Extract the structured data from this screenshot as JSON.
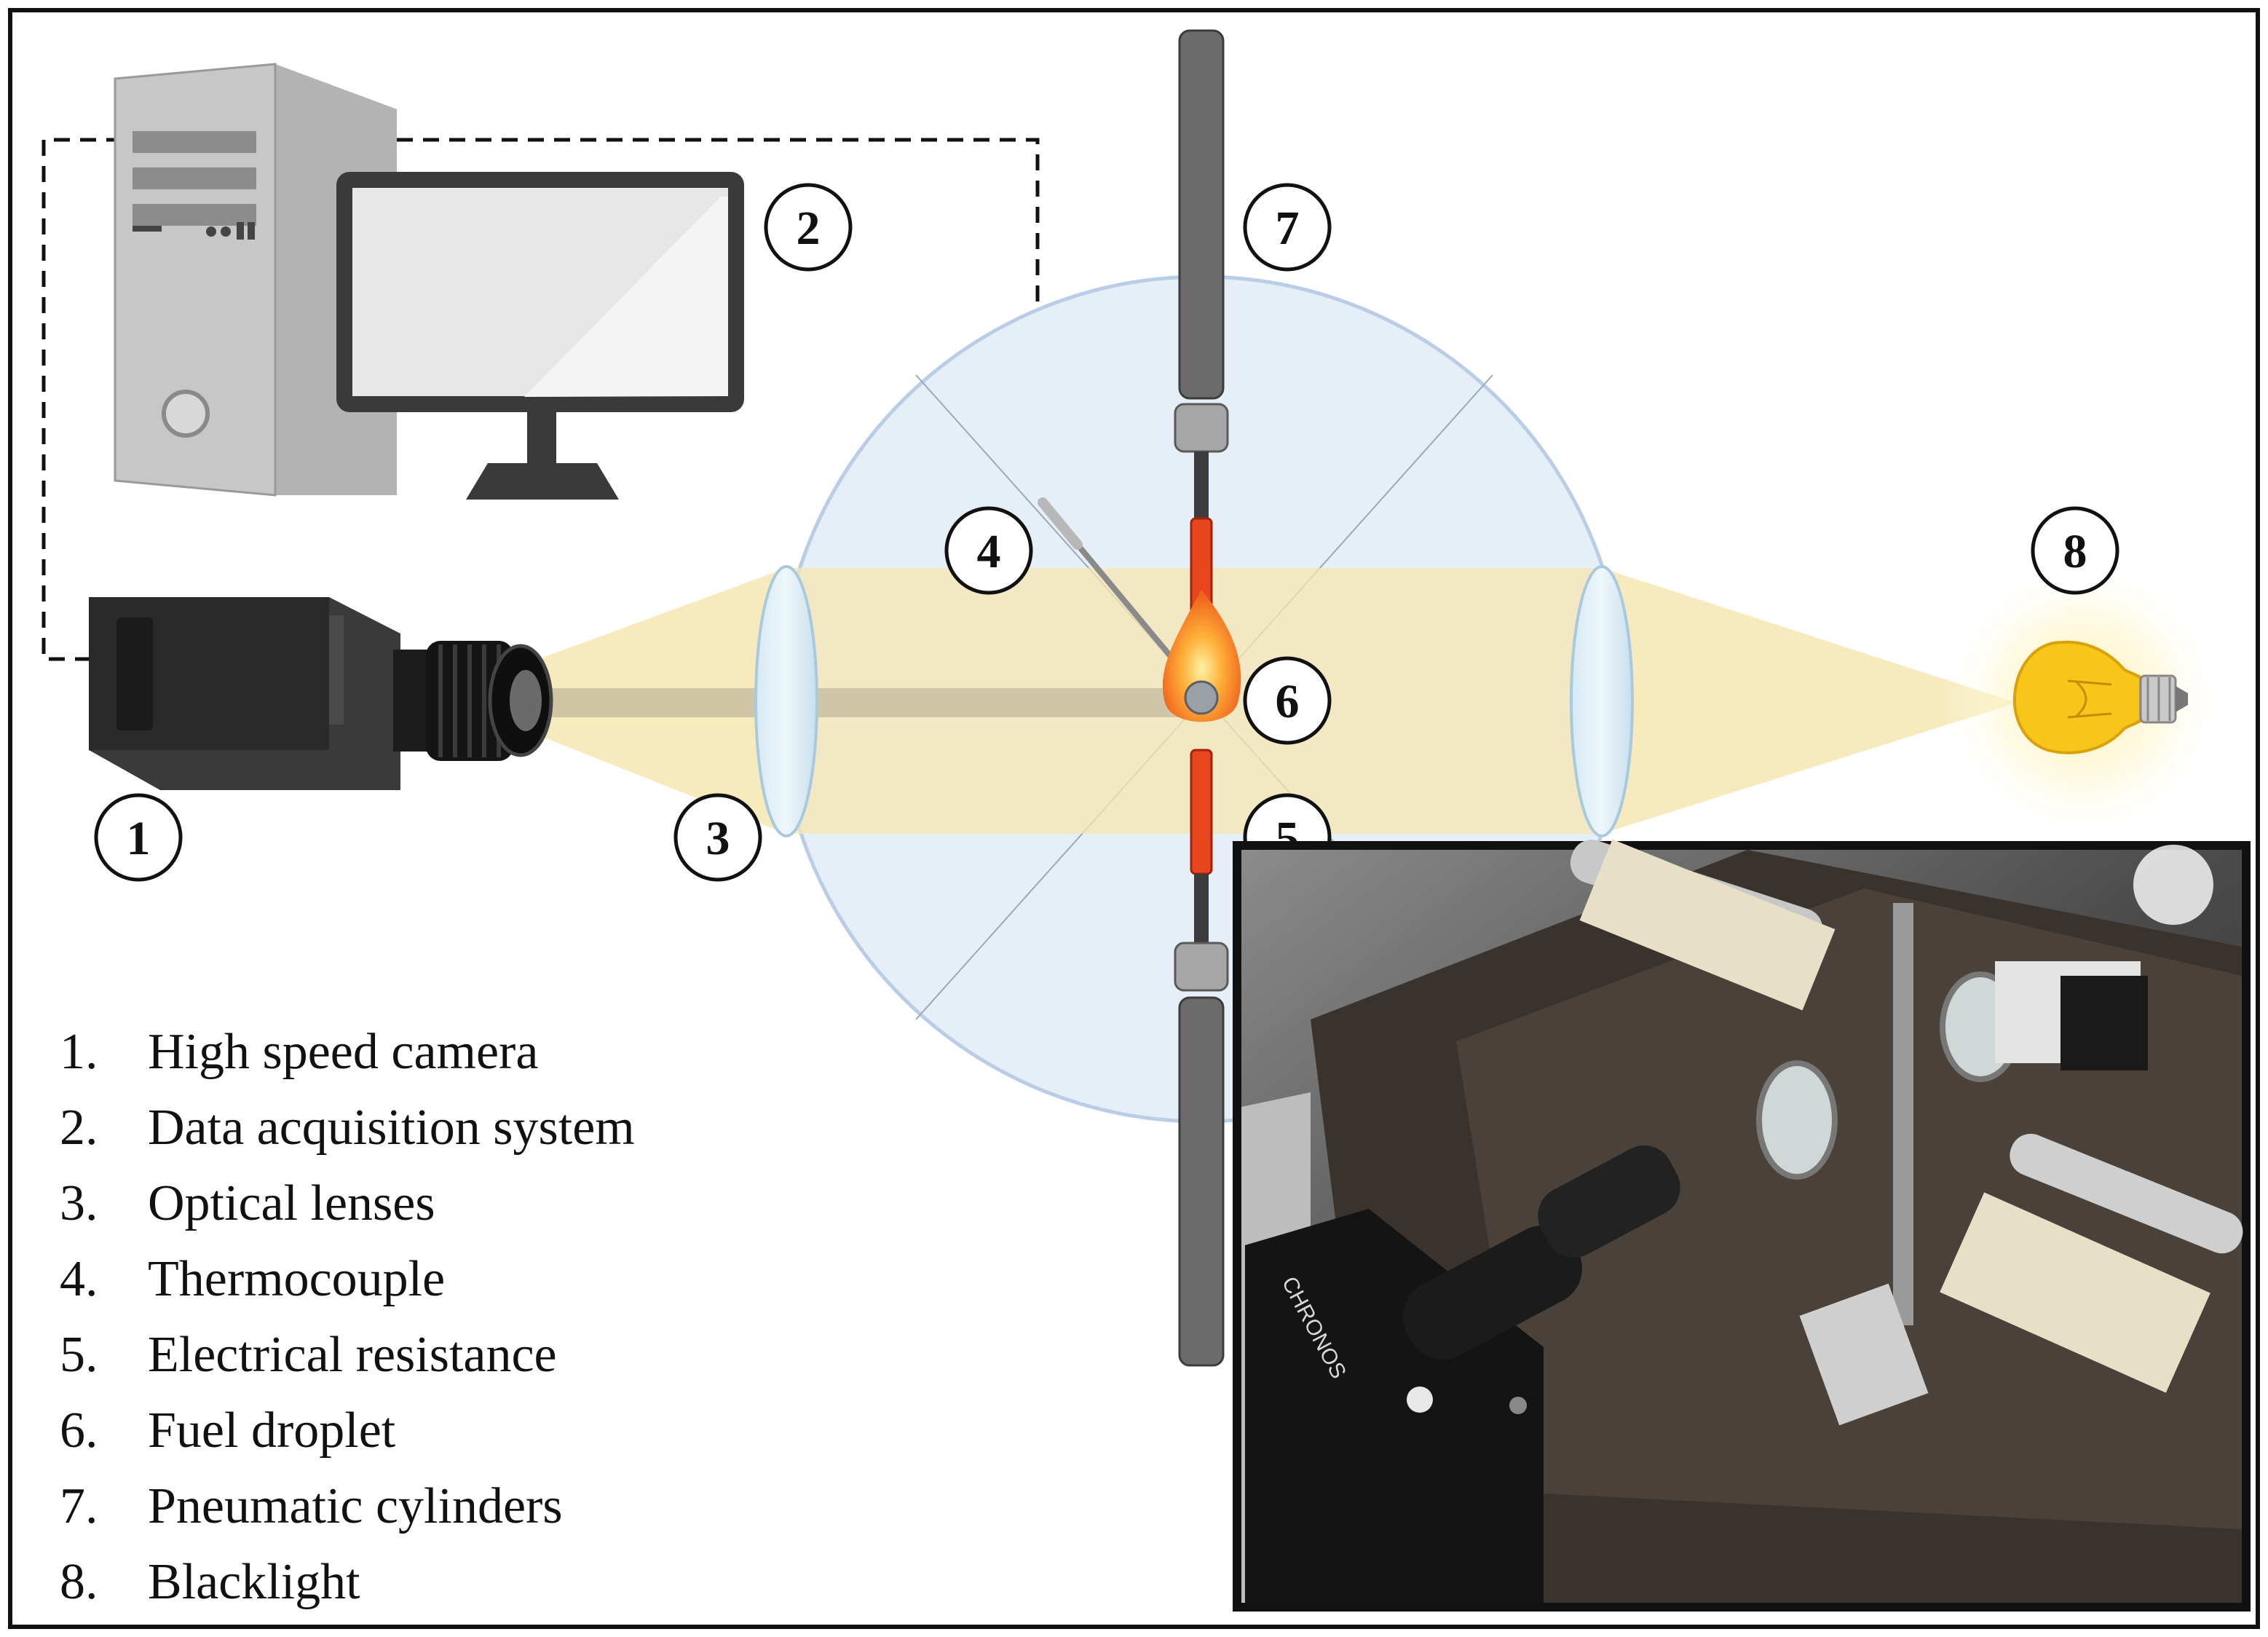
{
  "callouts": {
    "c1": "1",
    "c2": "2",
    "c3": "3",
    "c4": "4",
    "c5": "5",
    "c6": "6",
    "c7": "7",
    "c8": "8"
  },
  "legend": [
    {
      "num": "1.",
      "text": "High speed camera"
    },
    {
      "num": "2.",
      "text": "Data acquisition system"
    },
    {
      "num": "3.",
      "text": "Optical lenses"
    },
    {
      "num": "4.",
      "text": "Thermocouple"
    },
    {
      "num": "5.",
      "text": "Electrical resistance"
    },
    {
      "num": "6.",
      "text": "Fuel droplet"
    },
    {
      "num": "7.",
      "text": "Pneumatic cylinders"
    },
    {
      "num": "8.",
      "text": "Blacklight"
    }
  ],
  "photo": {
    "brand_text": "CHRONOS"
  },
  "colors": {
    "beam": "#f6e7b3",
    "chamber": "#e6eef8",
    "chamber_edge": "#b9cde6",
    "cylinder": "#6b6b6b",
    "resistance": "#e8461e",
    "bulb": "#f8c61a",
    "frame": "#111111"
  }
}
